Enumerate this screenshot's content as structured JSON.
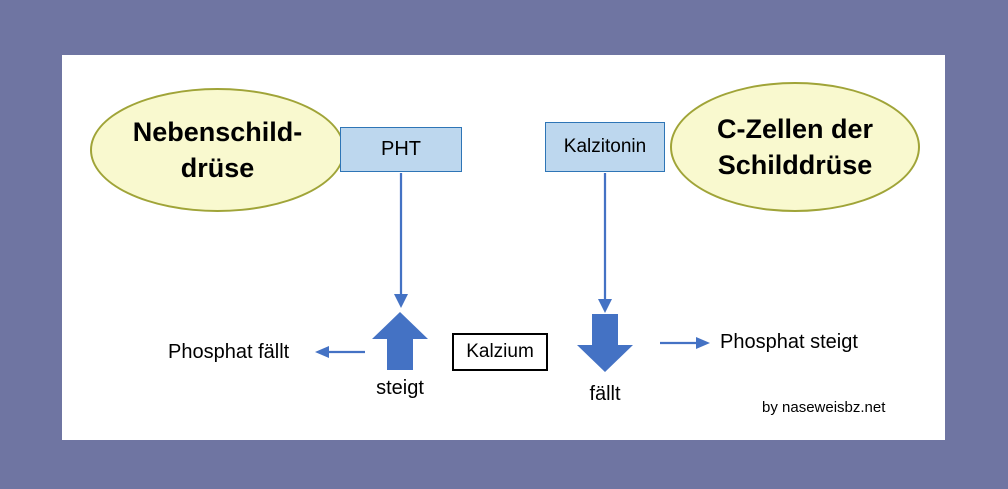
{
  "shapes": {
    "left_ellipse": {
      "line1": "Nebenschild-",
      "line2": "drüse"
    },
    "right_ellipse": {
      "line1": "C-Zellen der",
      "line2": "Schilddrüse"
    },
    "pht_box": {
      "label": "PHT"
    },
    "kalzitonin_box": {
      "label": "Kalzitonin"
    },
    "kalzium_box": {
      "label": "Kalzium"
    },
    "steigt": "steigt",
    "faellt": "fällt",
    "phosphat_faellt": "Phosphat fällt",
    "phosphat_steigt": "Phosphat steigt"
  },
  "page": {
    "credit": "by naseweisbz.net"
  },
  "colors": {
    "page_bg": "#6f75a2",
    "panel_bg": "#ffffff",
    "ellipse_fill": "#f9f9cf",
    "ellipse_border": "#a0a438",
    "box_fill": "#bdd7ee",
    "box_border": "#2e75b6",
    "arrow": "#4472c4",
    "text": "#000000"
  }
}
